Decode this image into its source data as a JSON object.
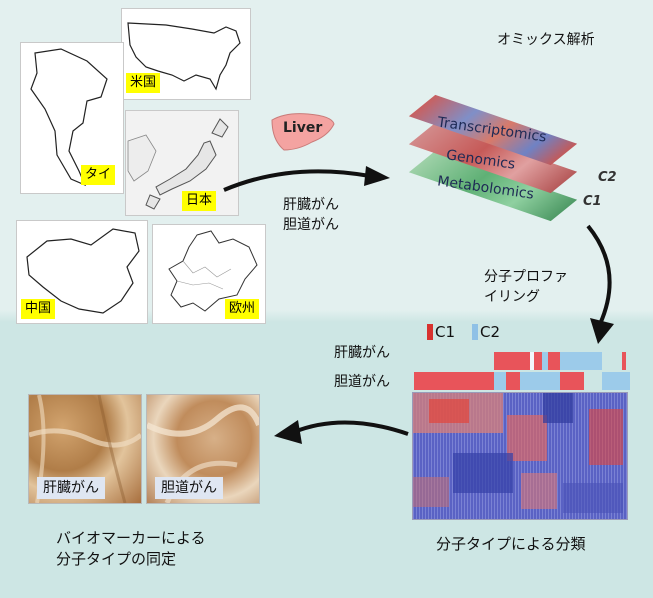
{
  "title": "オミックス解析",
  "maps": {
    "usa": "米国",
    "thailand": "タイ",
    "japan": "日本",
    "china": "中国",
    "europe": "欧州"
  },
  "organ": "Liver",
  "cancer_labels": {
    "line1": "肝臓がん",
    "line2": "胆道がん"
  },
  "omics_layers": [
    "Transcriptomics",
    "Genomics",
    "Metabolomics"
  ],
  "clusters": {
    "c1": "C1",
    "c2": "C2"
  },
  "profiling_step": {
    "line1": "分子プロファ",
    "line2": "イリング"
  },
  "legend": {
    "c1": "C1",
    "c2": "C2",
    "c1_color": "#d8322f",
    "c2_color": "#8fc1e6"
  },
  "heatmap_rows": {
    "liver": "肝臓がん",
    "biliary": "胆道がん"
  },
  "classification_caption": "分子タイプによる分類",
  "tissue_labels": {
    "liver": "肝臓がん",
    "biliary": "胆道がん"
  },
  "biomarker_caption": {
    "line1": "バイオマーカーによる",
    "line2": "分子タイプの同定"
  },
  "colors": {
    "highlight": "#ffff00",
    "liver_organ": "#f4a3a1",
    "heat_low": "#3f47b8",
    "heat_high": "#e2453a"
  }
}
